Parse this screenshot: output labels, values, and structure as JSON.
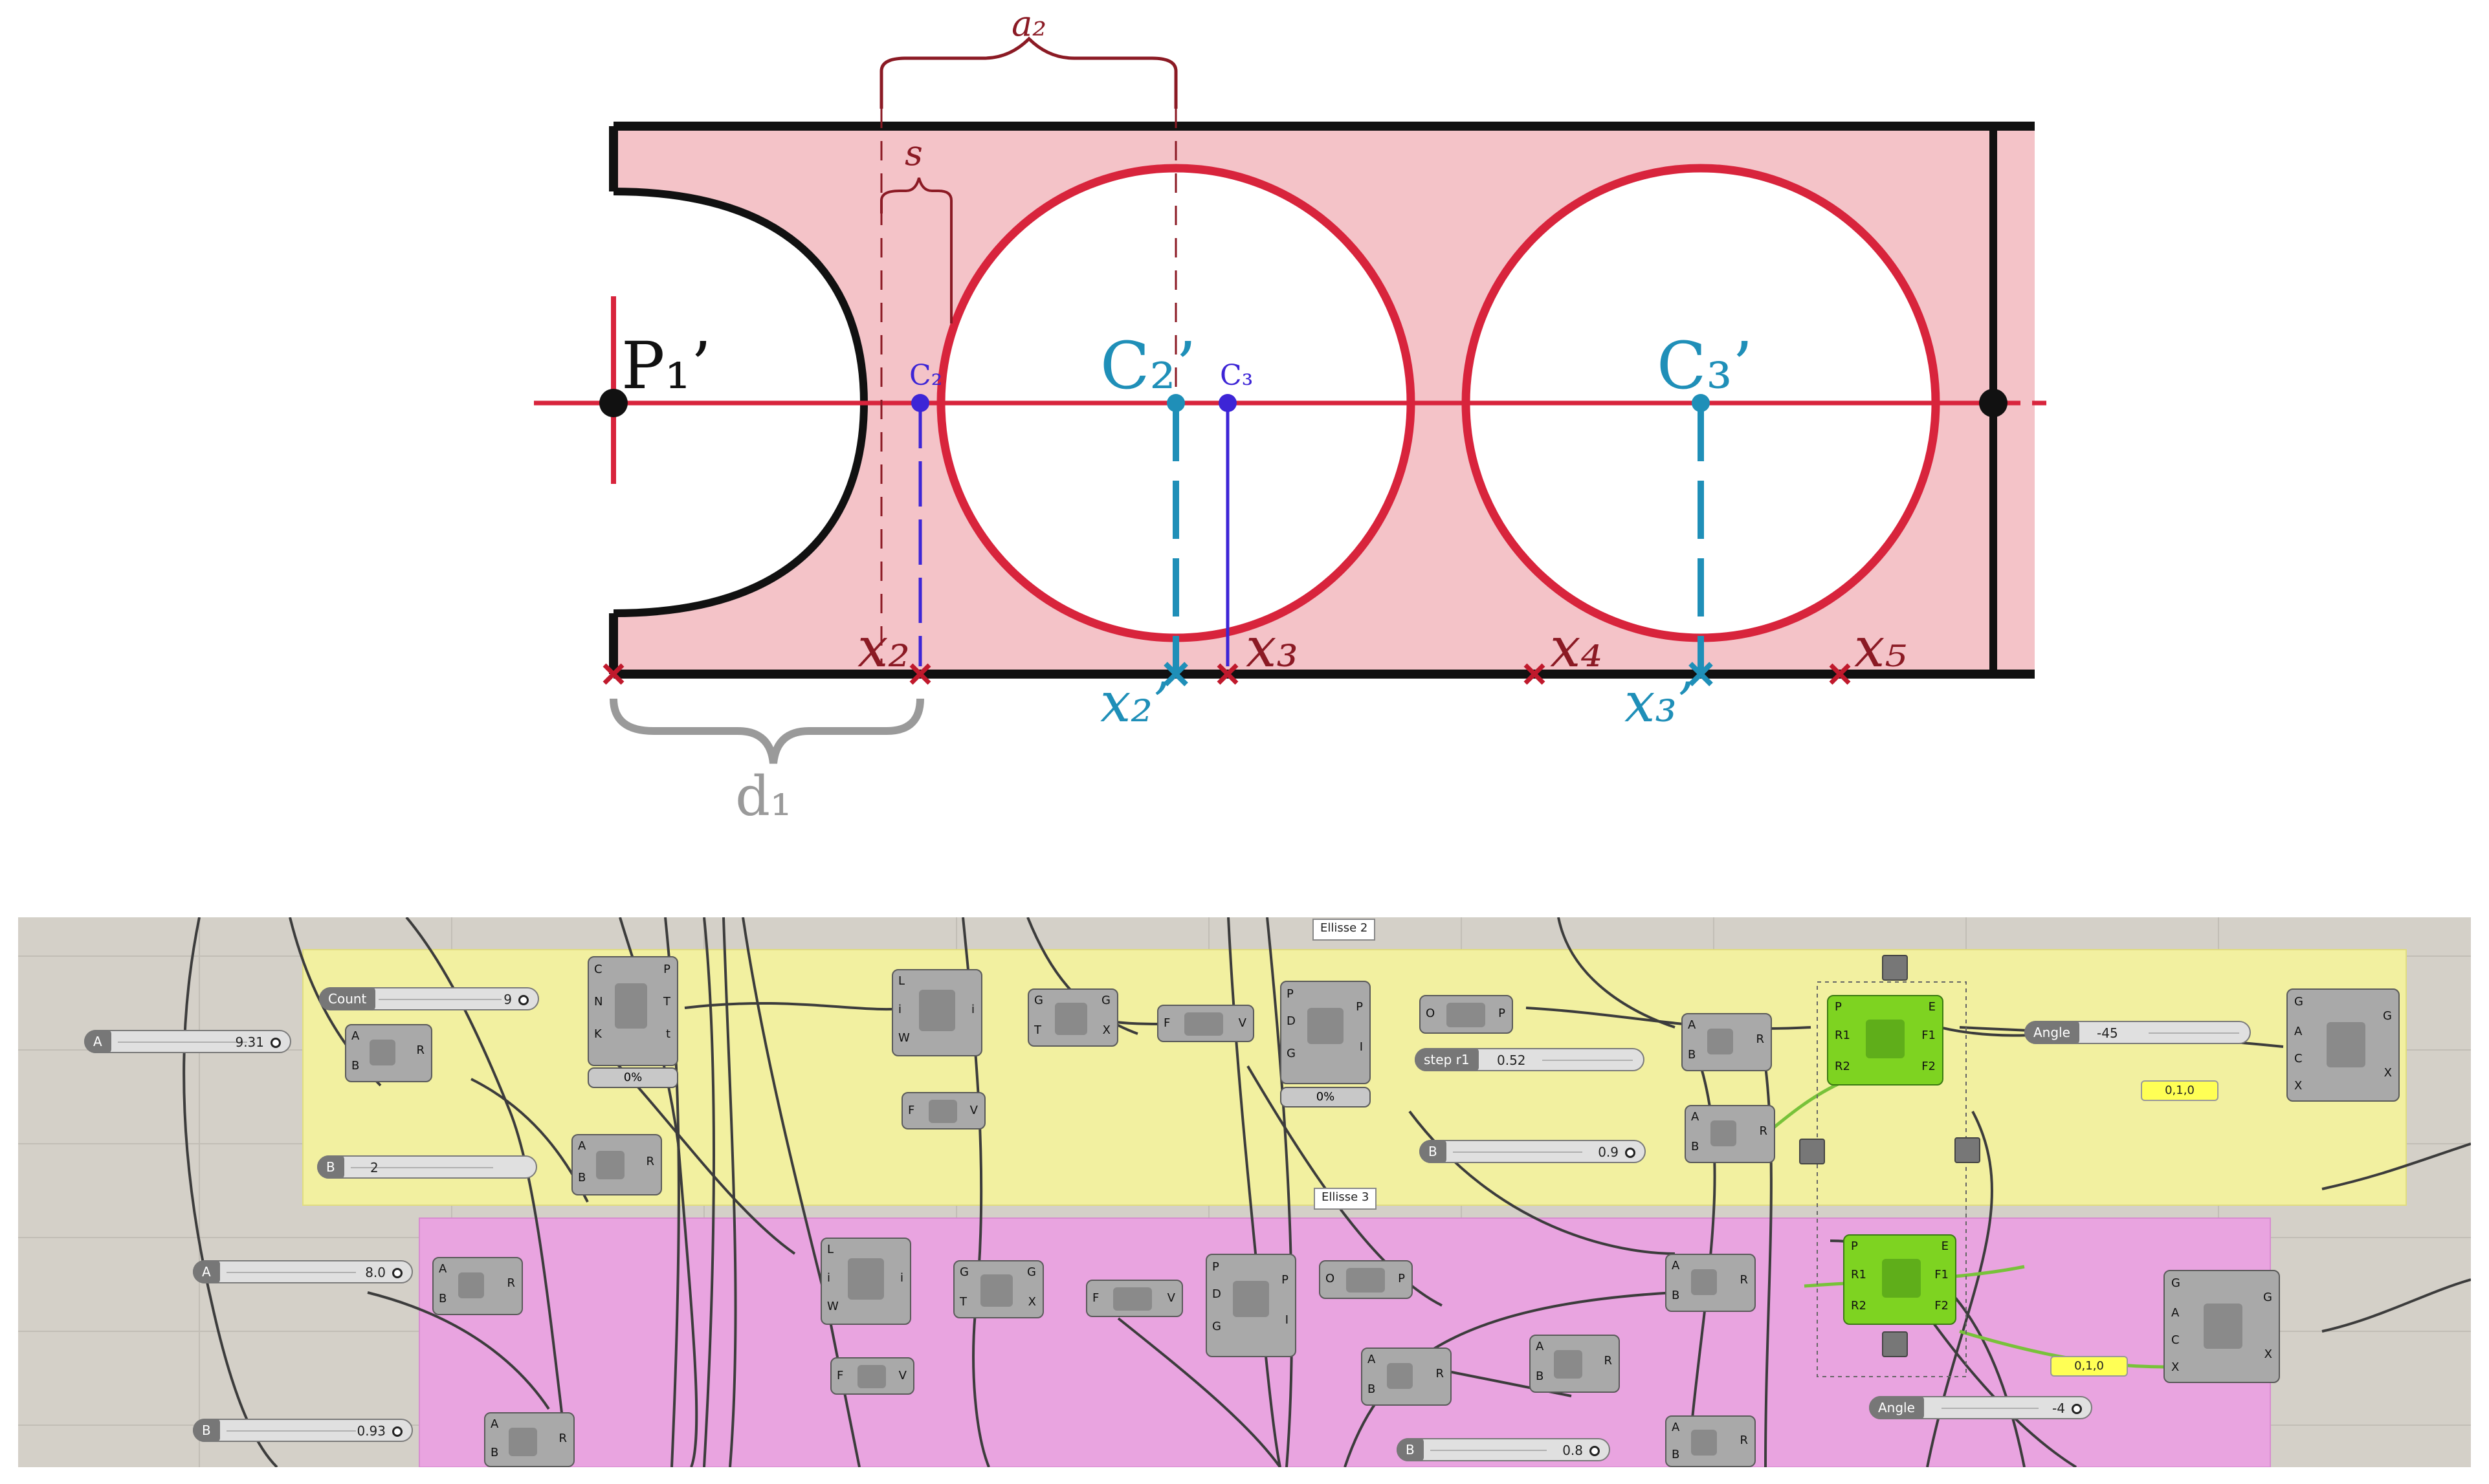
{
  "diagram": {
    "labels": {
      "a2": "a₂",
      "s": "s",
      "p1": "P₁’",
      "c2": "C₂",
      "c2p": "C₂’",
      "c3": "C₃",
      "c3p": "C₃’",
      "x2": "x₂",
      "x3": "x₃",
      "x4": "x₄",
      "x5": "x₅",
      "x2p": "x₂’",
      "x3p": "x₃’",
      "d1": "d₁"
    },
    "colors": {
      "fill": "#f4c3c8",
      "red": "#d8243c",
      "dark_red": "#8b1a24",
      "blue": "#1f8fb8",
      "purple": "#3d25d6",
      "black": "#111111",
      "gray": "#9a9a9a"
    }
  },
  "grasshopper": {
    "groups": {
      "ellisse2": "Ellisse 2",
      "ellisse3": "Ellisse 3"
    },
    "sliders": {
      "a1": {
        "label": "A",
        "value": "9.31"
      },
      "count": {
        "label": "Count",
        "value": "9"
      },
      "b1": {
        "label": "B",
        "value": "2"
      },
      "stepr1": {
        "label": "step r1",
        "value": "0.52"
      },
      "b2": {
        "label": "B",
        "value": "0.9"
      },
      "angle1": {
        "label": "Angle",
        "value": "-45"
      },
      "a2": {
        "label": "A",
        "value": "8.0"
      },
      "b3": {
        "label": "B",
        "value": "0.93"
      },
      "b4": {
        "label": "B",
        "value": "0.8"
      },
      "angle2": {
        "label": "Angle",
        "value": "-4"
      }
    },
    "panels": {
      "p1": "0,1,0",
      "p2": "0,1,0"
    },
    "progress": {
      "div1": "0%",
      "div2": "0%"
    },
    "colors": {
      "canvas": "#d4d0c8",
      "yellow_group": "#f2f0a0",
      "pink_group": "#e9a4e0",
      "wire": "#3c3c3c",
      "green_wire": "#78c23a"
    },
    "icons": [
      "subtract-icon",
      "multiply-icon",
      "divide-icon",
      "ellipse-icon",
      "rotate-icon",
      "plane-icon",
      "divide-curve-icon",
      "circle-icon",
      "vector-icon"
    ]
  }
}
